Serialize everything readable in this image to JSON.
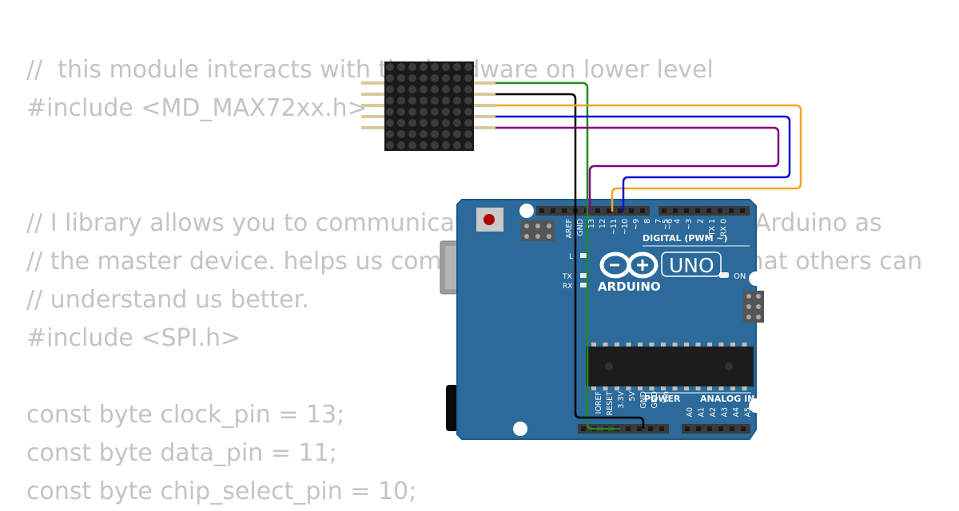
{
  "code": {
    "lines": [
      "//  this module interacts with the hardware on lower level",
      "#include <MD_MAX72xx.h>",
      "",
      "",
      "// I library allows you to communicate with SPI devices, with Arduino as",
      "// the master device. helps us communicate with others so that others can",
      "// understand us better.",
      "#include <SPI.h>",
      "",
      "const byte clock_pin = 13;",
      "const byte data_pin = 11;",
      "const byte chip_select_pin = 10;"
    ]
  },
  "board": {
    "logo_text": "ARDUINO",
    "model": "UNO",
    "digital_header": "DIGITAL (PWM ~)",
    "power_header": "POWER",
    "analog_header": "ANALOG IN",
    "led_l": "L",
    "led_tx": "TX",
    "led_rx": "RX",
    "led_on": "ON",
    "top_pins": [
      "AREF",
      "GND",
      "13",
      "12",
      "~11",
      "~10",
      "~9",
      "8",
      "7",
      "~6",
      "~5",
      "4",
      "~3",
      "2",
      "TX 1",
      "RX 0"
    ],
    "power_pins": [
      "IOREF",
      "RESET",
      "3.3V",
      "5V",
      "GND",
      "GND",
      "Vin"
    ],
    "analog_pins": [
      "A0",
      "A1",
      "A2",
      "A3",
      "A4",
      "A5"
    ]
  },
  "wires": [
    {
      "name": "green",
      "color": "#1e8a1e"
    },
    {
      "name": "black",
      "color": "#000000"
    },
    {
      "name": "orange",
      "color": "#f5a623"
    },
    {
      "name": "blue",
      "color": "#1010d0"
    },
    {
      "name": "purple",
      "color": "#800080"
    }
  ],
  "colors": {
    "board": "#2b6a9a",
    "board_edge": "#1f5a86",
    "header": "#3a3a3a",
    "code_text": "#c4c4c4",
    "matrix": "#1a1a1a",
    "matrix_led": "#3c3c3c"
  }
}
